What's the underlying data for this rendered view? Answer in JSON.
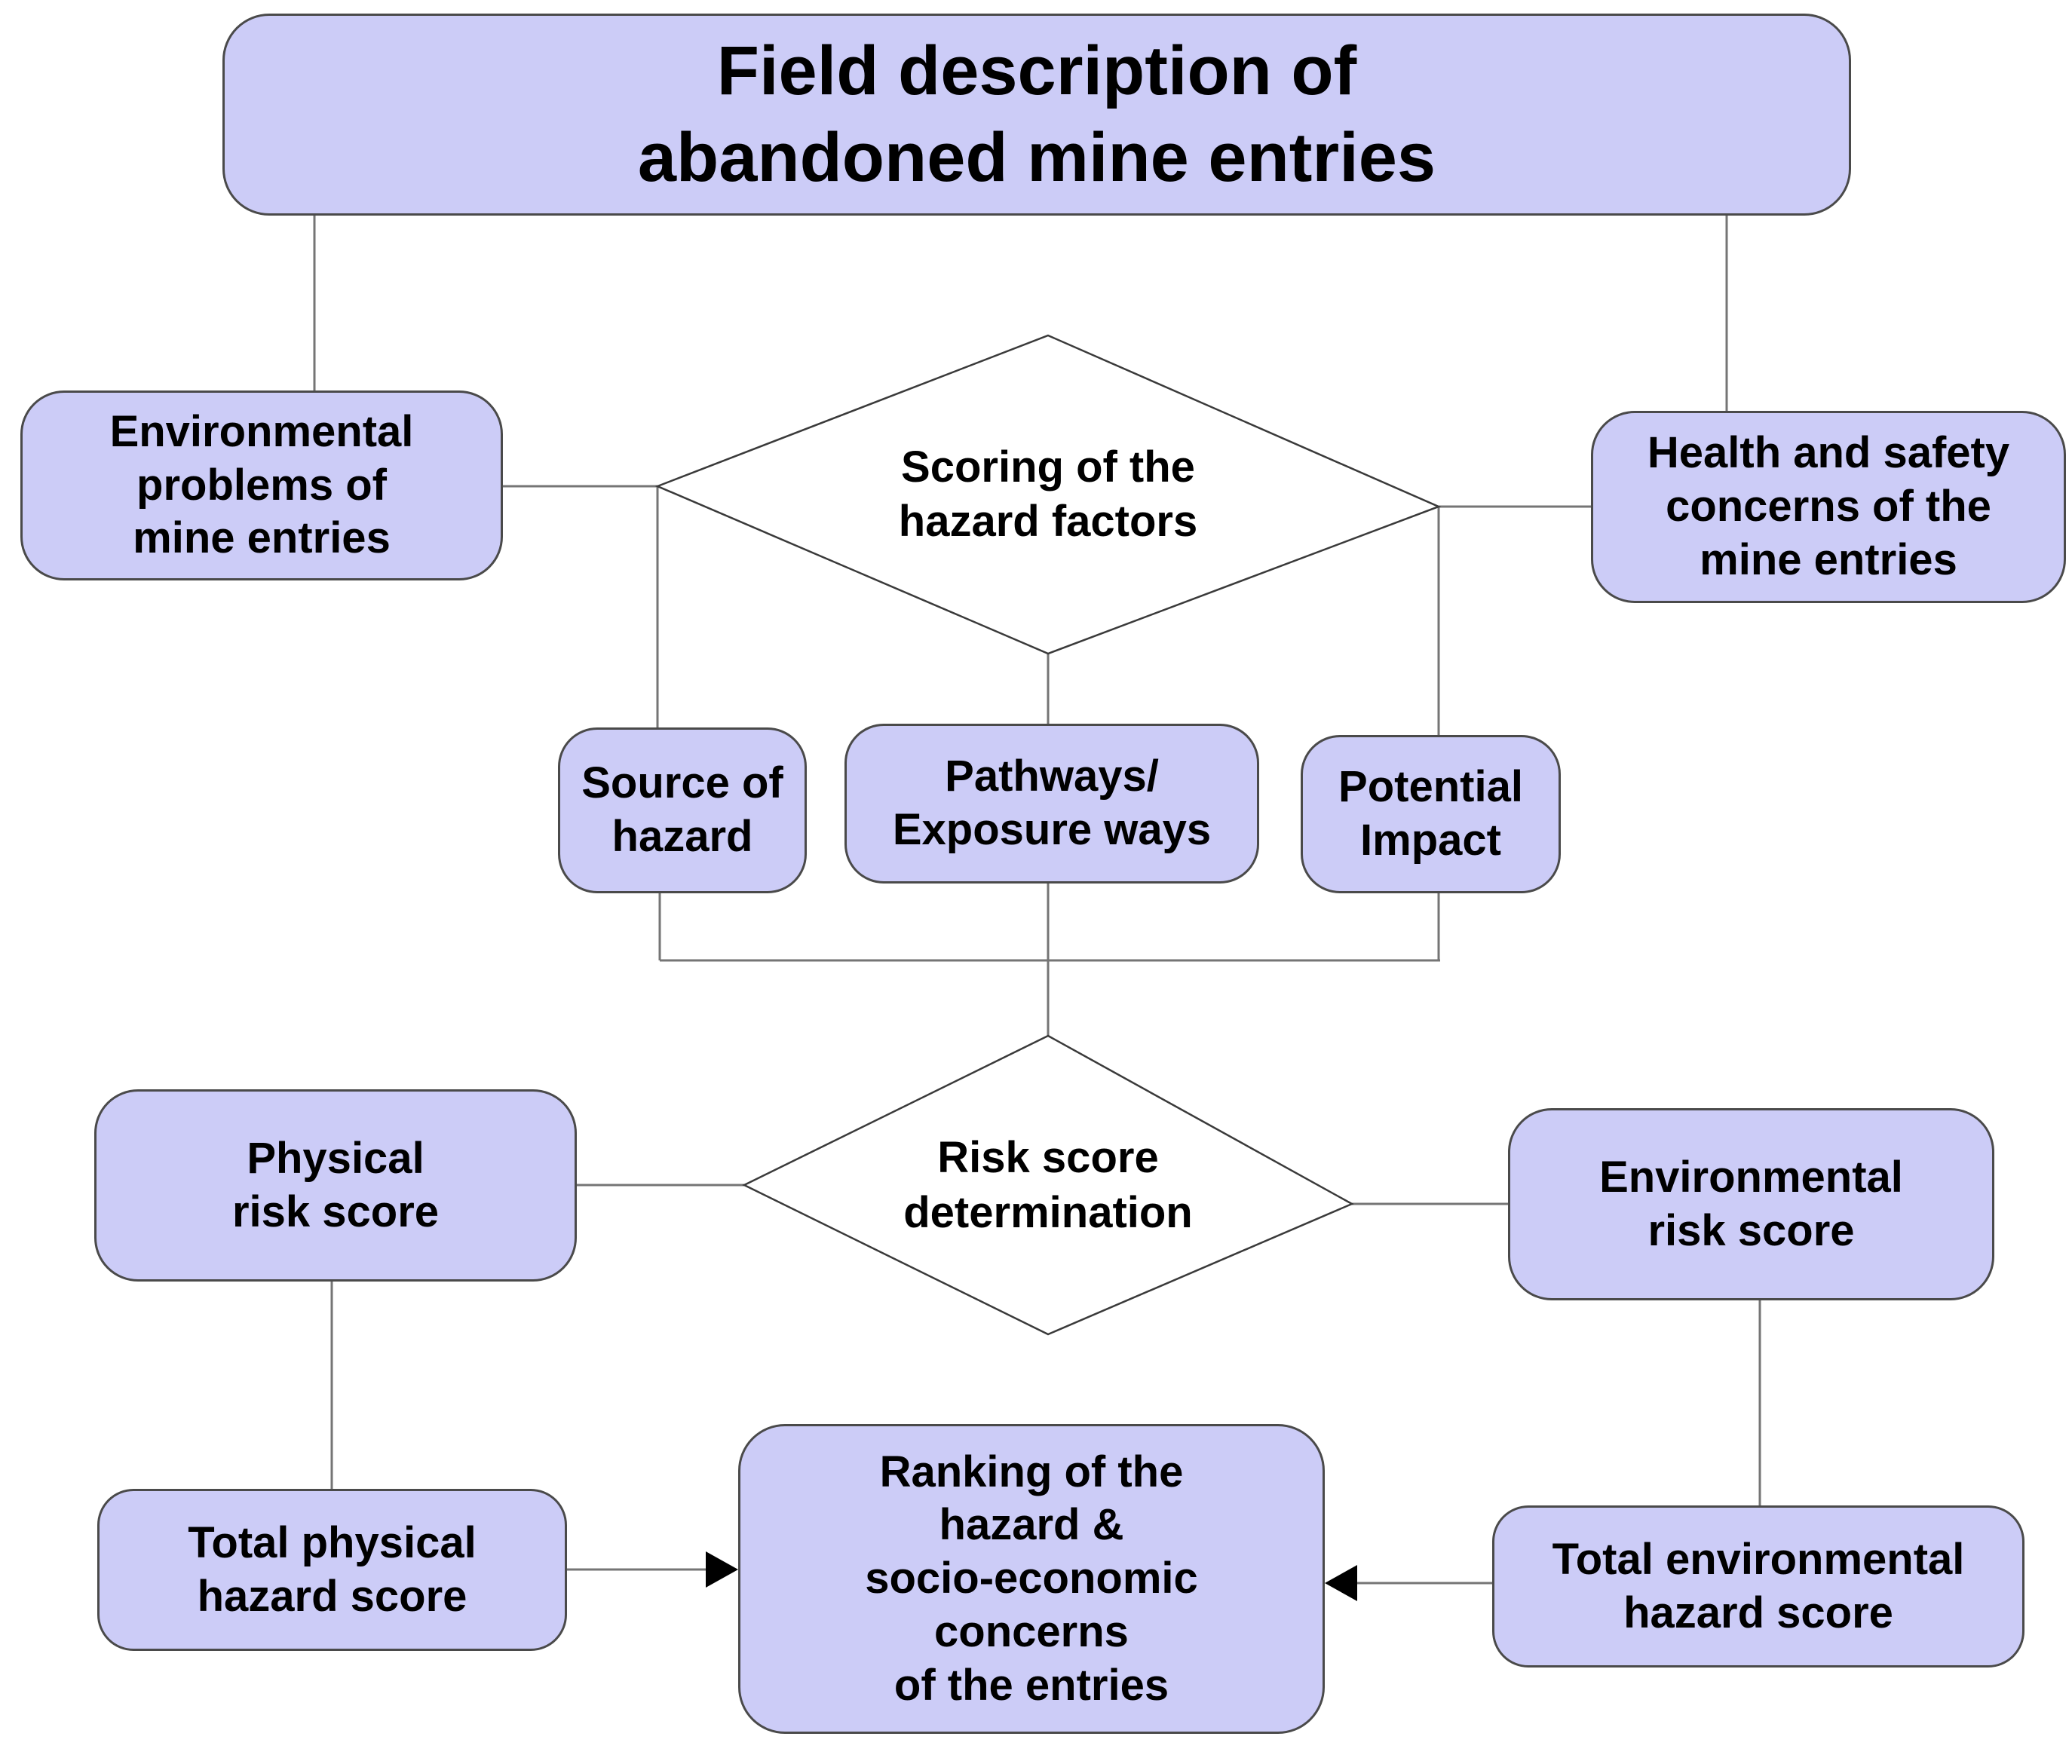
{
  "diagram": {
    "title": "Abandoned mine entries hazard ranking flowchart",
    "nodes": {
      "field_description": {
        "label": "Field description of\nabandoned mine entries",
        "shape": "rounded-rect"
      },
      "env_problems": {
        "label": "Environmental\nproblems of\nmine entries",
        "shape": "rounded-rect"
      },
      "health_safety": {
        "label": "Health and safety\nconcerns of the\nmine entries",
        "shape": "rounded-rect"
      },
      "scoring": {
        "label": "Scoring of the\nhazard factors",
        "shape": "diamond"
      },
      "source_hazard": {
        "label": "Source of\nhazard",
        "shape": "rounded-rect"
      },
      "pathways": {
        "label": "Pathways/\nExposure ways",
        "shape": "rounded-rect"
      },
      "potential_impact": {
        "label": "Potential\nImpact",
        "shape": "rounded-rect"
      },
      "risk_determination": {
        "label": "Risk score\ndetermination",
        "shape": "diamond"
      },
      "physical_risk": {
        "label": "Physical\nrisk score",
        "shape": "rounded-rect"
      },
      "env_risk": {
        "label": "Environmental\nrisk score",
        "shape": "rounded-rect"
      },
      "total_physical": {
        "label": "Total physical\nhazard score",
        "shape": "rounded-rect"
      },
      "ranking": {
        "label": "Ranking of the\nhazard &\nsocio-economic\nconcerns\nof the entries",
        "shape": "rounded-rect"
      },
      "total_env": {
        "label": "Total environmental\nhazard score",
        "shape": "rounded-rect"
      }
    },
    "edges": [
      {
        "from": "field_description",
        "to": "env_problems",
        "arrow": false
      },
      {
        "from": "field_description",
        "to": "health_safety",
        "arrow": false
      },
      {
        "from": "env_problems",
        "to": "scoring",
        "arrow": false
      },
      {
        "from": "scoring",
        "to": "health_safety",
        "arrow": false
      },
      {
        "from": "scoring",
        "to": "source_hazard",
        "arrow": false
      },
      {
        "from": "scoring",
        "to": "pathways",
        "arrow": false
      },
      {
        "from": "scoring",
        "to": "potential_impact",
        "arrow": false
      },
      {
        "from": "source_hazard",
        "to": "risk_determination",
        "arrow": false
      },
      {
        "from": "pathways",
        "to": "risk_determination",
        "arrow": false
      },
      {
        "from": "potential_impact",
        "to": "risk_determination",
        "arrow": false
      },
      {
        "from": "physical_risk",
        "to": "risk_determination",
        "arrow": false
      },
      {
        "from": "risk_determination",
        "to": "env_risk",
        "arrow": false
      },
      {
        "from": "physical_risk",
        "to": "total_physical",
        "arrow": false
      },
      {
        "from": "env_risk",
        "to": "total_env",
        "arrow": false
      },
      {
        "from": "total_physical",
        "to": "ranking",
        "arrow": true
      },
      {
        "from": "total_env",
        "to": "ranking",
        "arrow": true
      }
    ],
    "colors": {
      "node_fill": "#ccccf7",
      "node_border": "#4a4a4a",
      "diamond_fill": "#ffffff",
      "connector": "#757575",
      "arrow": "#000000",
      "text": "#000000",
      "background": "#ffffff"
    }
  }
}
